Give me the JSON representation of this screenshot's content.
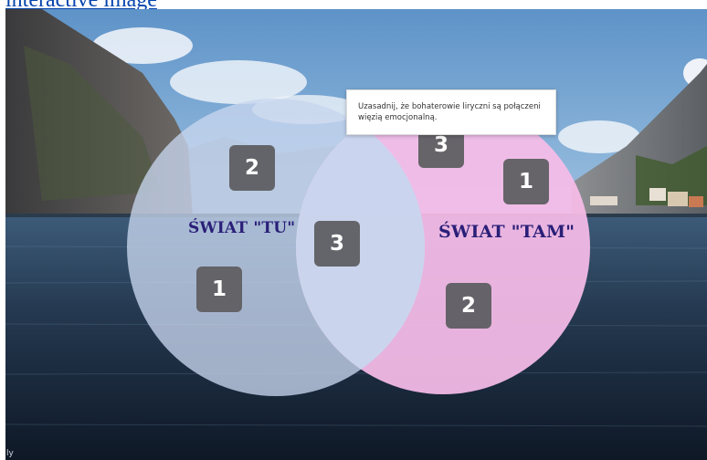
{
  "link": {
    "text": "interactive image"
  },
  "popup": {
    "text": "Uzasadnij, że bohaterowie liryczni są połączeni więzią emocjonalną."
  },
  "circles": {
    "left": {
      "title": "ŚWIAT \"TU\"",
      "color": "#c8d6ee"
    },
    "right": {
      "title": "ŚWIAT \"TAM\"",
      "color": "#f6bce8"
    }
  },
  "hotspots": {
    "left_top": "2",
    "left_bottom": "1",
    "center": "3",
    "right_top_partial": "3",
    "right_top": "1",
    "right_bottom": "2"
  },
  "corner_mark": "ly"
}
